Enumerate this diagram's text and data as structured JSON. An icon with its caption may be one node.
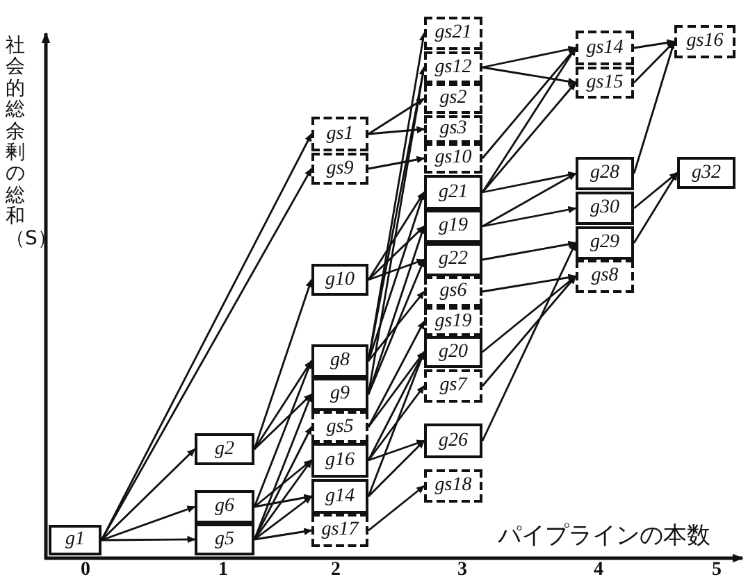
{
  "diagram": {
    "nodes": [
      {
        "text": [
          "g1"
        ]
      },
      {
        "text": [
          "g2"
        ]
      },
      {
        "text": [
          "g6"
        ]
      },
      {
        "text": [
          "g5"
        ]
      },
      {
        "text": [
          "gs1"
        ]
      },
      {
        "text": [
          "gs9"
        ]
      },
      {
        "text": [
          "g10"
        ]
      },
      {
        "text": [
          "g8"
        ]
      },
      {
        "text": [
          "g9"
        ]
      },
      {
        "text": [
          "gs5"
        ]
      },
      {
        "text": [
          "g16"
        ]
      },
      {
        "text": [
          "g14"
        ]
      },
      {
        "text": [
          "gs17"
        ]
      },
      {
        "text": [
          "gs21"
        ]
      },
      {
        "text": [
          "gs12"
        ]
      },
      {
        "text": [
          "gs2"
        ]
      },
      {
        "text": [
          "gs3"
        ]
      },
      {
        "text": [
          "gs10"
        ]
      },
      {
        "text": [
          "g21"
        ]
      },
      {
        "text": [
          "g19"
        ]
      },
      {
        "text": [
          "g22"
        ]
      },
      {
        "text": [
          "gs6"
        ]
      },
      {
        "text": [
          "gs19"
        ]
      },
      {
        "text": [
          "g20"
        ]
      },
      {
        "text": [
          "gs7"
        ]
      },
      {
        "text": [
          "g26"
        ]
      },
      {
        "text": [
          "gs18"
        ]
      },
      {
        "text": [
          "gs14"
        ]
      },
      {
        "text": [
          "gs15"
        ]
      },
      {
        "text": [
          "g28"
        ]
      },
      {
        "text": [
          "g30"
        ]
      },
      {
        "text": [
          "g29"
        ]
      },
      {
        "text": [
          "gs8"
        ]
      },
      {
        "text": [
          "gs16"
        ]
      },
      {
        "text": [
          "g32"
        ]
      }
    ],
    "edges": [
      {
        "from": 0,
        "to": 1,
        "arrow": "to"
      },
      {
        "from": 0,
        "to": 2,
        "arrow": "to"
      },
      {
        "from": 0,
        "to": 3,
        "arrow": "to"
      },
      {
        "from": 0,
        "to": 4,
        "arrow": "to"
      },
      {
        "from": 0,
        "to": 5,
        "arrow": "to"
      },
      {
        "from": 1,
        "to": 6,
        "arrow": "to"
      },
      {
        "from": 1,
        "to": 7,
        "arrow": "to"
      },
      {
        "from": 1,
        "to": 8,
        "arrow": "to"
      },
      {
        "from": 2,
        "to": 7,
        "arrow": "to"
      },
      {
        "from": 2,
        "to": 10,
        "arrow": "to"
      },
      {
        "from": 2,
        "to": 11,
        "arrow": "to"
      },
      {
        "from": 3,
        "to": 8,
        "arrow": "to"
      },
      {
        "from": 3,
        "to": 9,
        "arrow": "to"
      },
      {
        "from": 3,
        "to": 10,
        "arrow": "to"
      },
      {
        "from": 3,
        "to": 11,
        "arrow": "to"
      },
      {
        "from": 3,
        "to": 12,
        "arrow": "to"
      },
      {
        "from": 4,
        "to": 15,
        "arrow": "to"
      },
      {
        "from": 4,
        "to": 16,
        "arrow": "to"
      },
      {
        "from": 5,
        "to": 17,
        "arrow": "to"
      },
      {
        "from": 6,
        "to": 18,
        "arrow": "to"
      },
      {
        "from": 6,
        "to": 19,
        "arrow": "to"
      },
      {
        "from": 6,
        "to": 20,
        "arrow": "to"
      },
      {
        "from": 7,
        "to": 13,
        "arrow": "to"
      },
      {
        "from": 7,
        "to": 14,
        "arrow": "to"
      },
      {
        "from": 8,
        "to": 14,
        "arrow": "to"
      },
      {
        "from": 7,
        "to": 18,
        "arrow": "to"
      },
      {
        "from": 8,
        "to": 19,
        "arrow": "to"
      },
      {
        "from": 7,
        "to": 21,
        "arrow": "to"
      },
      {
        "from": 8,
        "to": 20,
        "arrow": "to"
      },
      {
        "from": 9,
        "to": 22,
        "arrow": "to"
      },
      {
        "from": 9,
        "to": 23,
        "arrow": "to"
      },
      {
        "from": 10,
        "to": 23,
        "arrow": "to"
      },
      {
        "from": 10,
        "to": 24,
        "arrow": "to"
      },
      {
        "from": 10,
        "to": 25,
        "arrow": "to"
      },
      {
        "from": 11,
        "to": 23,
        "arrow": "to"
      },
      {
        "from": 11,
        "to": 25,
        "arrow": "to"
      },
      {
        "from": 12,
        "to": 26,
        "arrow": "to"
      },
      {
        "from": 14,
        "to": 27,
        "arrow": "to"
      },
      {
        "from": 14,
        "to": 28,
        "arrow": "to"
      },
      {
        "from": 17,
        "to": 27,
        "arrow": "to"
      },
      {
        "from": 18,
        "to": 27,
        "arrow": "to"
      },
      {
        "from": 18,
        "to": 28,
        "arrow": "to"
      },
      {
        "from": 18,
        "to": 29,
        "arrow": "to"
      },
      {
        "from": 19,
        "to": 29,
        "arrow": "to"
      },
      {
        "from": 19,
        "to": 30,
        "arrow": "to"
      },
      {
        "from": 20,
        "to": 31,
        "arrow": "to"
      },
      {
        "from": 21,
        "to": 32,
        "arrow": "to"
      },
      {
        "from": 23,
        "to": 32,
        "arrow": "to"
      },
      {
        "from": 24,
        "to": 32,
        "arrow": "to"
      },
      {
        "from": 25,
        "to": 31,
        "arrow": "to"
      },
      {
        "from": 27,
        "to": 33,
        "arrow": "to"
      },
      {
        "from": 28,
        "to": 33,
        "arrow": "to"
      },
      {
        "from": 29,
        "to": 33,
        "arrow": "to"
      },
      {
        "from": 30,
        "to": 34,
        "arrow": "to"
      },
      {
        "from": 31,
        "to": 34,
        "arrow": "to"
      }
    ],
    "labels": [
      "社会的総余剰の総和（S）",
      "パイプラインの本数",
      "0",
      "1",
      "2",
      "3",
      "4",
      "5"
    ]
  }
}
